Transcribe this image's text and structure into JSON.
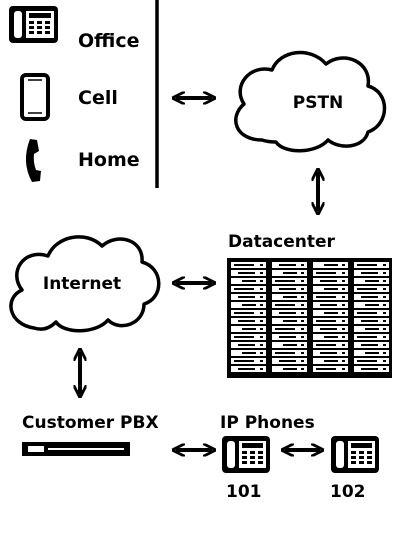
{
  "devices": [
    {
      "label": "Office",
      "icon": "office-phone-icon"
    },
    {
      "label": "Cell",
      "icon": "cell-phone-icon"
    },
    {
      "label": "Home",
      "icon": "home-phone-handset-icon"
    }
  ],
  "clouds": {
    "pstn": "PSTN",
    "internet": "Internet"
  },
  "datacenter": {
    "label": "Datacenter",
    "icon": "server-rack-icon"
  },
  "customer_pbx": {
    "label": "Customer PBX",
    "icon": "pbx-appliance-icon"
  },
  "ip_phones": {
    "label": "IP Phones",
    "phones": [
      {
        "ext": "101",
        "icon": "ip-phone-icon"
      },
      {
        "ext": "102",
        "icon": "ip-phone-icon"
      }
    ]
  },
  "colors": {
    "ink": "#000000",
    "background": "#ffffff"
  }
}
